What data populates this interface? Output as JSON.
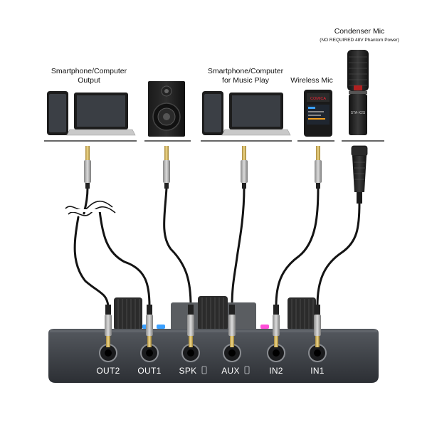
{
  "labels": {
    "condenser_title": "Condenser Mic",
    "condenser_sub": "(NO REQUIRED 48V Phantom Power)",
    "output_devices": "Smartphone/Computer\nOutput",
    "music_devices": "Smartphone/Computer\nfor Music Play",
    "wireless_mic": "Wireless Mic"
  },
  "ports": [
    {
      "id": "out2",
      "label": "OUT2"
    },
    {
      "id": "out1",
      "label": "OUT1"
    },
    {
      "id": "spk",
      "label": "SPK"
    },
    {
      "id": "aux",
      "label": "AUX"
    },
    {
      "id": "in2",
      "label": "IN2"
    },
    {
      "id": "in1",
      "label": "IN1"
    }
  ],
  "mic_model": "STA-X2S",
  "wireless_brand": "COMICA",
  "colors": {
    "device_body": "#3d4147",
    "cable": "#141414",
    "knob": "#2a2a2a",
    "accent_blue": "#3aa0ff",
    "accent_pink": "#ff4fd8"
  }
}
